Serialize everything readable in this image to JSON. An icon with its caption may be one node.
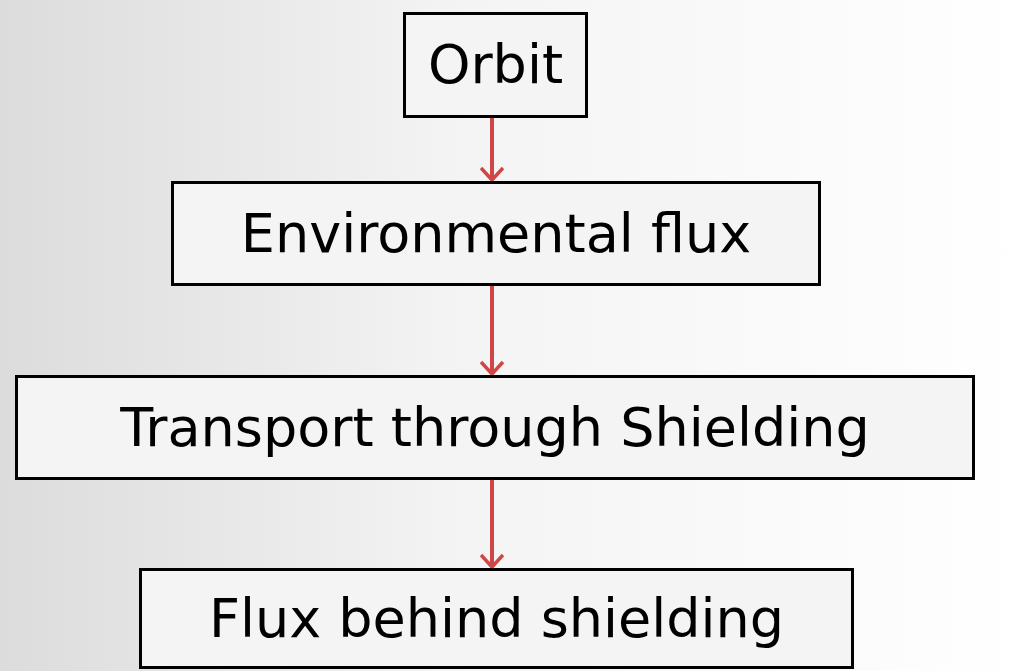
{
  "diagram": {
    "nodes": [
      {
        "text": [
          "Orbit"
        ]
      },
      {
        "text": [
          "Environmental flux"
        ]
      },
      {
        "text": [
          "Transport through Shielding"
        ]
      },
      {
        "text": [
          "Flux behind shielding"
        ]
      }
    ],
    "edges": [
      {
        "from": 0,
        "to": 1,
        "arrow": "to"
      },
      {
        "from": 1,
        "to": 2,
        "arrow": "to"
      },
      {
        "from": 2,
        "to": 3,
        "arrow": "to"
      }
    ]
  }
}
